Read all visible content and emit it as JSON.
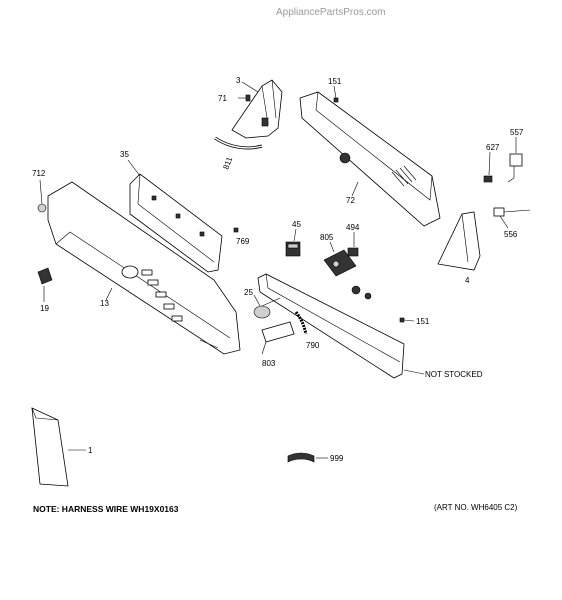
{
  "watermark": "AppliancePartsPros.com",
  "callouts": {
    "c3": "3",
    "c71": "71",
    "c151a": "151",
    "c811": "811",
    "c35": "35",
    "c712": "712",
    "c627": "627",
    "c557": "557",
    "c72": "72",
    "c556": "556",
    "c769": "769",
    "c45": "45",
    "c805": "805",
    "c494": "494",
    "c4": "4",
    "c19": "19",
    "c13": "13",
    "c25": "25",
    "c151b": "151",
    "c790": "790",
    "c803": "803",
    "not_stocked": "NOT STOCKED",
    "c1": "1",
    "c999": "999"
  },
  "notes": {
    "harness": "NOTE: HARNESS WIRE WH19X0163",
    "art_no": "(ART NO. WH6405 C2)"
  }
}
